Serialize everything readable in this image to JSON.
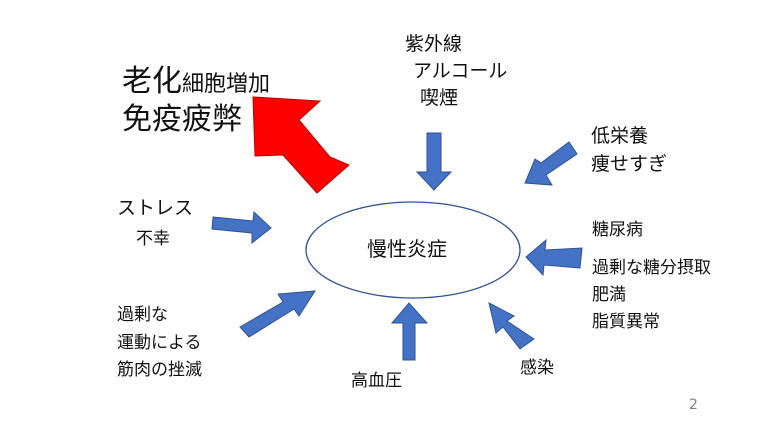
{
  "center": {
    "label": "慢性炎症"
  },
  "aging": {
    "line1_big": "老化",
    "line1_small": "細胞増加",
    "line2": "免疫疲弊"
  },
  "factors": {
    "uv": "紫外線",
    "alcohol": "アルコール",
    "smoking": "喫煙",
    "low_nutrition": "低栄養",
    "thinness": "痩せすぎ",
    "stress": "ストレス",
    "misfortune": "不幸",
    "diabetes": "糖尿病",
    "excess_sugar": "過剰な糖分摂取",
    "obesity": "肥満",
    "dyslipidemia": "脂質異常",
    "exercise_1": "過剰な",
    "exercise_2": "運動による",
    "exercise_3": "筋肉の挫滅",
    "hypertension": "高血圧",
    "infection": "感染"
  },
  "page_number": "2",
  "colors": {
    "arrow_blue": "#4472C4",
    "arrow_red": "#FF0000",
    "ellipse_stroke": "#2F528F"
  }
}
